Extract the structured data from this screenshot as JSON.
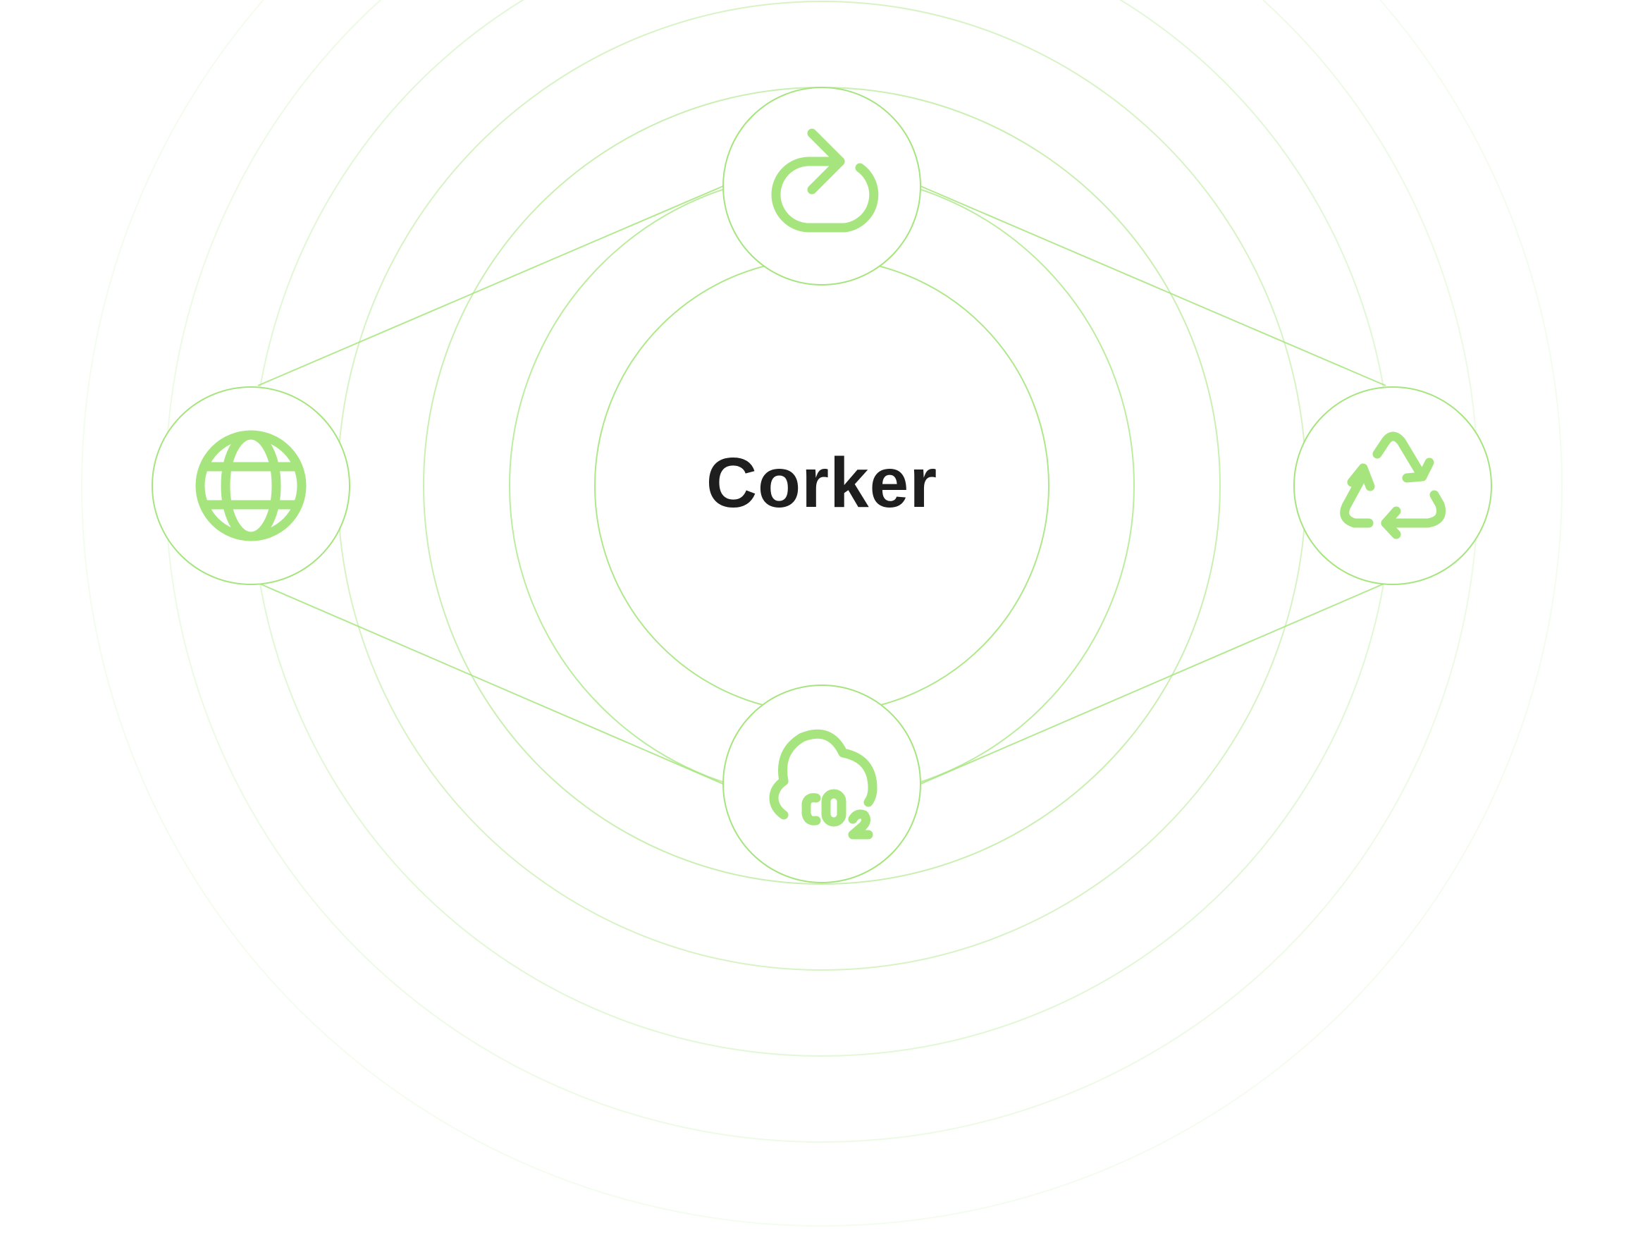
{
  "center": {
    "title": "Corker"
  },
  "nodes": [
    {
      "id": "top",
      "icon": "reuse-loop-arrow-icon"
    },
    {
      "id": "left",
      "icon": "globe-icon"
    },
    {
      "id": "right",
      "icon": "recycle-icon"
    },
    {
      "id": "bottom",
      "icon": "co2-cloud-icon",
      "label": "CO2"
    }
  ],
  "colors": {
    "accent": "#A6E57E",
    "line": "#A6E57E",
    "ring_strong": "#A6E57E",
    "ring_faint": "#DDF3CC",
    "title": "#1E1E1E",
    "background": "#FFFFFF"
  }
}
